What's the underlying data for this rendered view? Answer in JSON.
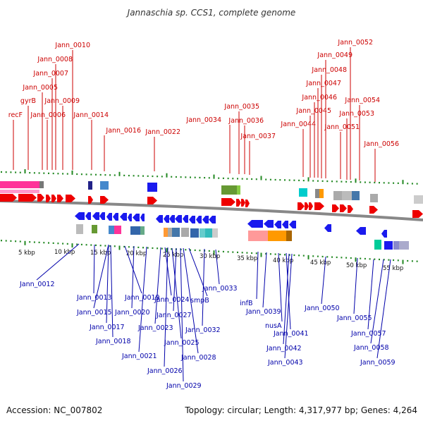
{
  "title": "Jannaschia sp. CCS1, complete genome",
  "footer": {
    "accession": "Accession: NC_007802",
    "topology": "Topology: circular; Length: 4,317,977 bp; Genes: 4,264"
  },
  "colors": {
    "forward_gene": "#ee0000",
    "reverse_gene": "#1a1aee",
    "top_label": "#cc0000",
    "bottom_label": "#0000aa",
    "tick": "#228822",
    "backbone": "#888888"
  },
  "scale": {
    "labels": [
      "5 kbp",
      "10 kbp",
      "15 kbp",
      "20 kbp",
      "25 kbp",
      "30 kbp",
      "35 kbp",
      "40 kbp",
      "45 kbp",
      "50 kbp",
      "55 kbp"
    ]
  },
  "top_labels": [
    "recF",
    "gyrB",
    "Jann_0005",
    "Jann_0006",
    "Jann_0007",
    "Jann_0008",
    "Jann_0009",
    "Jann_0010",
    "Jann_0014",
    "Jann_0016",
    "Jann_0022",
    "Jann_0034",
    "Jann_0035",
    "Jann_0036",
    "Jann_0037",
    "Jann_0044",
    "Jann_0045",
    "Jann_0046",
    "Jann_0047",
    "Jann_0048",
    "Jann_0049",
    "Jann_0051",
    "Jann_0052",
    "Jann_0053",
    "Jann_0054",
    "Jann_0056"
  ],
  "bottom_labels": [
    "Jann_0012",
    "Jann_0013",
    "Jann_0015",
    "Jann_0017",
    "Jann_0018",
    "Jann_0019",
    "Jann_0020",
    "Jann_0021",
    "Jann_0023",
    "Jann_0024",
    "Jann_0025",
    "Jann_0026",
    "Jann_0027",
    "Jann_0028",
    "Jann_0029",
    "smpB",
    "Jann_0032",
    "Jann_0033",
    "infB",
    "Jann_0039",
    "nusA",
    "Jann_0041",
    "Jann_0042",
    "Jann_0043",
    "Jann_0050",
    "Jann_0055",
    "Jann_0057",
    "Jann_0058",
    "Jann_0059"
  ]
}
